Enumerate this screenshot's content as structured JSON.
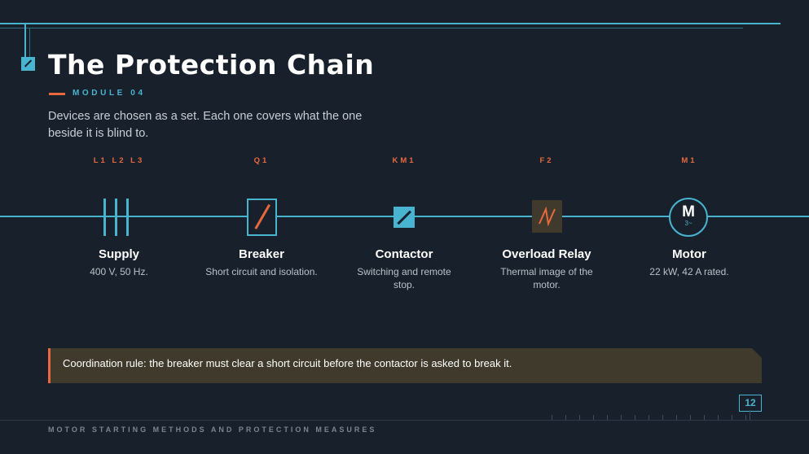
{
  "header": {
    "title": "The Protection Chain",
    "module": "MODULE 04",
    "intro": "Devices are chosen as a set. Each one covers what the one beside it is blind to."
  },
  "devices": [
    {
      "code": "L1 L2 L3",
      "name": "Supply",
      "desc": "400 V, 50 Hz.",
      "icon": "three-phase-lines-icon"
    },
    {
      "code": "Q1",
      "name": "Breaker",
      "desc": "Short circuit and isolation.",
      "icon": "breaker-icon"
    },
    {
      "code": "KM1",
      "name": "Contactor",
      "desc": "Switching and remote stop.",
      "icon": "contactor-icon"
    },
    {
      "code": "F2",
      "name": "Overload Relay",
      "desc": "Thermal image of the motor.",
      "icon": "overload-relay-icon"
    },
    {
      "code": "M1",
      "name": "Motor",
      "desc": "22 kW, 42 A rated.",
      "icon": "motor-icon",
      "symbol": "M",
      "phase": "3~"
    }
  ],
  "callout": {
    "text": "Coordination rule: the breaker must clear a short circuit before the contactor is asked to break it."
  },
  "footer": {
    "text": "MOTOR STARTING METHODS AND PROTECTION MEASURES",
    "page": "12"
  },
  "colors": {
    "background": "#18202b",
    "accent": "#49b4d0",
    "highlight": "#e8683e",
    "callout_bg": "#3f3a2c"
  }
}
